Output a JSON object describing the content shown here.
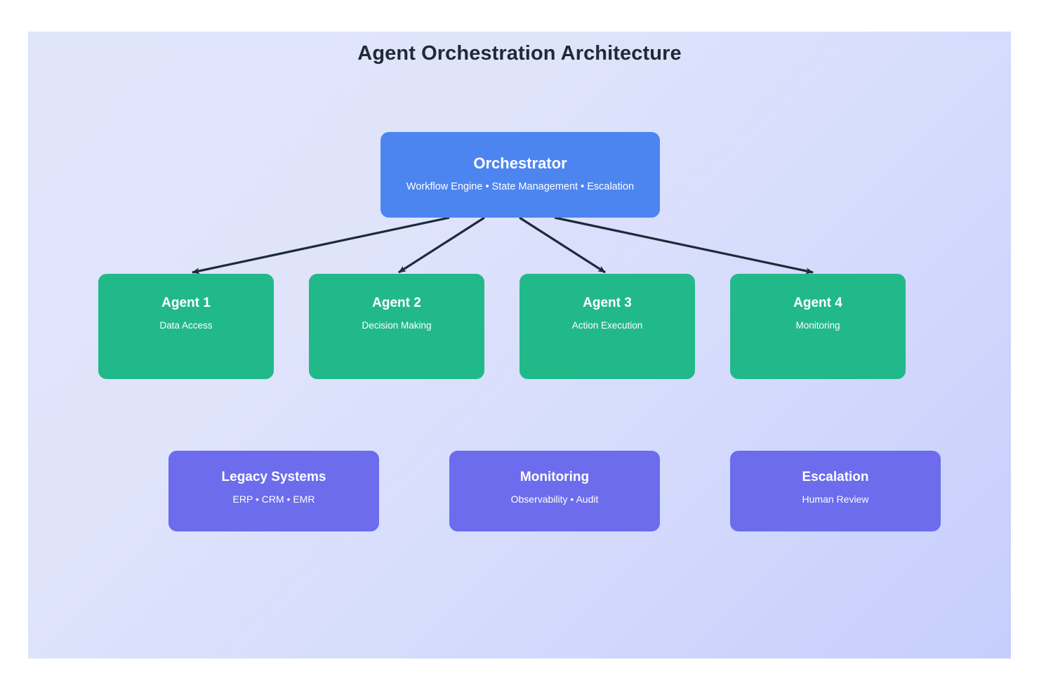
{
  "diagram": {
    "title": "Agent Orchestration Architecture",
    "background_start": "#e0e5fc",
    "background_end": "#c6cefc",
    "title_color": "#1f2a37",
    "connector_color": "#1c2b3a"
  },
  "orchestrator": {
    "title": "Orchestrator",
    "subtitle": "Workflow Engine • State Management • Escalation",
    "color": "#4d85f0"
  },
  "agents": {
    "color": "#22b98a",
    "items": [
      {
        "title": "Agent 1",
        "subtitle": "Data Access"
      },
      {
        "title": "Agent 2",
        "subtitle": "Decision Making"
      },
      {
        "title": "Agent 3",
        "subtitle": "Action Execution"
      },
      {
        "title": "Agent 4",
        "subtitle": "Monitoring"
      }
    ]
  },
  "support_systems": {
    "color": "#6c6ced",
    "items": [
      {
        "title": "Legacy Systems",
        "subtitle": "ERP • CRM • EMR"
      },
      {
        "title": "Monitoring",
        "subtitle": "Observability • Audit"
      },
      {
        "title": "Escalation",
        "subtitle": "Human Review"
      }
    ]
  },
  "connections": [
    {
      "from": "Orchestrator",
      "to": "Agent 1"
    },
    {
      "from": "Orchestrator",
      "to": "Agent 2"
    },
    {
      "from": "Orchestrator",
      "to": "Agent 3"
    },
    {
      "from": "Orchestrator",
      "to": "Agent 4"
    }
  ]
}
